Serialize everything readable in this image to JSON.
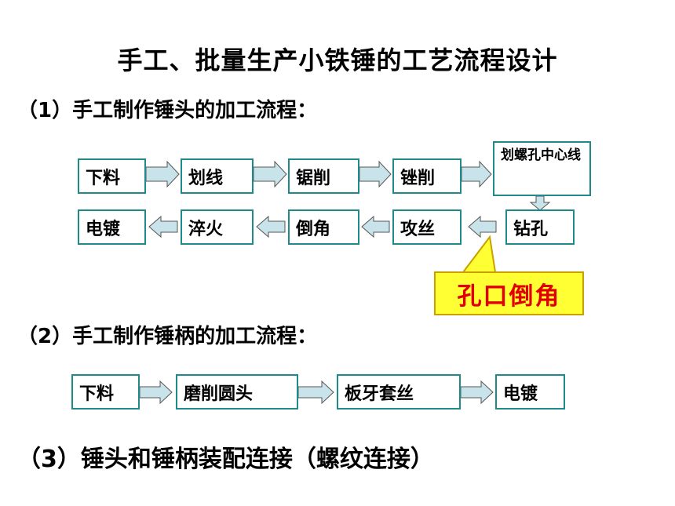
{
  "title": "手工、批量生产小铁锤的工艺流程设计",
  "section1": "（1）手工制作锤头的加工流程：",
  "section2": "（2）手工制作锤柄的加工流程：",
  "section3": "（3）锤头和锤柄装配连接（螺纹连接）",
  "head_row1": [
    "下料",
    "划线",
    "锯削",
    "锉削",
    "划螺孔中心线"
  ],
  "head_row2": [
    "电镀",
    "淬火",
    "倒角",
    "攻丝",
    "钻孔"
  ],
  "callout": "孔口倒角",
  "handle_row": [
    "下料",
    "磨削圆头",
    "板牙套丝",
    "电镀"
  ],
  "colors": {
    "box_border": "#1e8a8a",
    "arrow_fill": "#c9e3ea",
    "callout_bg": "#ffff33",
    "callout_text": "#e00000"
  }
}
